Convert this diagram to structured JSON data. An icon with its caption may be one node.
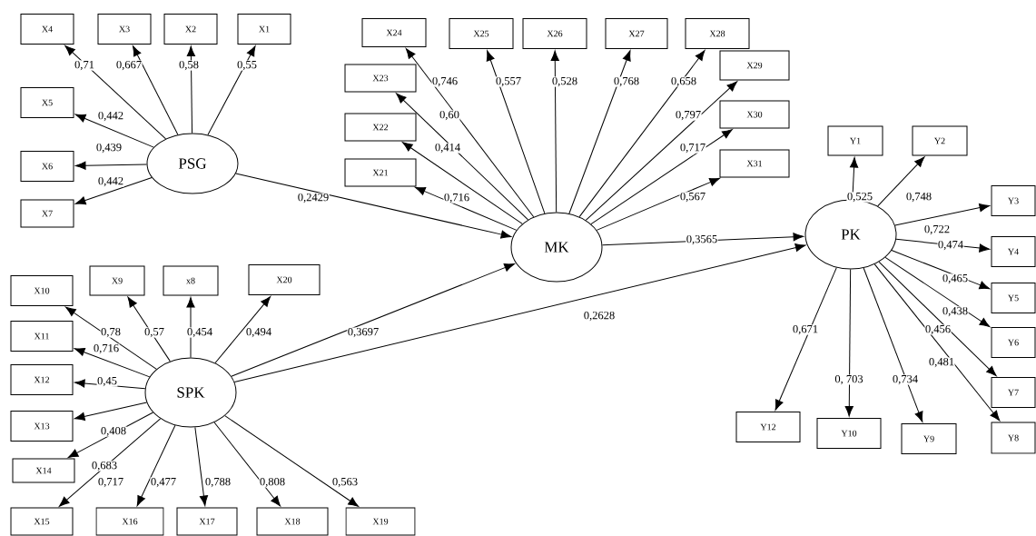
{
  "diagram": {
    "nodes": [
      {
        "text": [
          "PSG"
        ]
      },
      {
        "text": [
          "MK"
        ]
      },
      {
        "text": [
          "SPK"
        ]
      },
      {
        "text": [
          "PK"
        ]
      },
      {
        "text": [
          "X4"
        ]
      },
      {
        "text": [
          "X3"
        ]
      },
      {
        "text": [
          "X2"
        ]
      },
      {
        "text": [
          "X1"
        ]
      },
      {
        "text": [
          "X5"
        ]
      },
      {
        "text": [
          "X6"
        ]
      },
      {
        "text": [
          "X7"
        ]
      },
      {
        "text": [
          "X24"
        ]
      },
      {
        "text": [
          "X25"
        ]
      },
      {
        "text": [
          "X26"
        ]
      },
      {
        "text": [
          "X27"
        ]
      },
      {
        "text": [
          "X28"
        ]
      },
      {
        "text": [
          "X23"
        ]
      },
      {
        "text": [
          "X29"
        ]
      },
      {
        "text": [
          "X22"
        ]
      },
      {
        "text": [
          "X30"
        ]
      },
      {
        "text": [
          "X21"
        ]
      },
      {
        "text": [
          "X31"
        ]
      },
      {
        "text": [
          "Y1"
        ]
      },
      {
        "text": [
          "Y2"
        ]
      },
      {
        "text": [
          "Y3"
        ]
      },
      {
        "text": [
          "Y4"
        ]
      },
      {
        "text": [
          "Y5"
        ]
      },
      {
        "text": [
          "Y6"
        ]
      },
      {
        "text": [
          "Y7"
        ]
      },
      {
        "text": [
          "Y8"
        ]
      },
      {
        "text": [
          "Y12"
        ]
      },
      {
        "text": [
          "Y10"
        ]
      },
      {
        "text": [
          "Y9"
        ]
      },
      {
        "text": [
          "X10"
        ]
      },
      {
        "text": [
          "X9"
        ]
      },
      {
        "text": [
          "x8"
        ]
      },
      {
        "text": [
          "X20"
        ]
      },
      {
        "text": [
          "X11"
        ]
      },
      {
        "text": [
          "X12"
        ]
      },
      {
        "text": [
          "X13"
        ]
      },
      {
        "text": [
          "X14"
        ]
      },
      {
        "text": [
          "X15"
        ]
      },
      {
        "text": [
          "X16"
        ]
      },
      {
        "text": [
          "X17"
        ]
      },
      {
        "text": [
          "X18"
        ]
      },
      {
        "text": [
          "X19"
        ]
      }
    ],
    "edges": [
      {
        "from": 0,
        "to": 4,
        "arrow": "to",
        "label": "0,71"
      },
      {
        "from": 0,
        "to": 5,
        "arrow": "to",
        "label": "0,667"
      },
      {
        "from": 0,
        "to": 6,
        "arrow": "to",
        "label": "0,58"
      },
      {
        "from": 0,
        "to": 7,
        "arrow": "to",
        "label": "0,55"
      },
      {
        "from": 0,
        "to": 8,
        "arrow": "to",
        "label": "0,442"
      },
      {
        "from": 0,
        "to": 9,
        "arrow": "to",
        "label": "0,439"
      },
      {
        "from": 0,
        "to": 10,
        "arrow": "to",
        "label": "0,442"
      },
      {
        "from": 0,
        "to": 1,
        "arrow": "to",
        "label": "0,2429"
      },
      {
        "from": 1,
        "to": 11,
        "arrow": "to",
        "label": "0,746"
      },
      {
        "from": 1,
        "to": 12,
        "arrow": "to",
        "label": "0,557"
      },
      {
        "from": 1,
        "to": 13,
        "arrow": "to",
        "label": "0,528"
      },
      {
        "from": 1,
        "to": 14,
        "arrow": "to",
        "label": "0,768"
      },
      {
        "from": 1,
        "to": 15,
        "arrow": "to",
        "label": "0,658"
      },
      {
        "from": 1,
        "to": 16,
        "arrow": "to",
        "label": "0,60"
      },
      {
        "from": 1,
        "to": 17,
        "arrow": "to",
        "label": "0,797"
      },
      {
        "from": 1,
        "to": 18,
        "arrow": "to",
        "label": "0,414"
      },
      {
        "from": 1,
        "to": 19,
        "arrow": "to",
        "label": "0,717"
      },
      {
        "from": 1,
        "to": 20,
        "arrow": "to",
        "label": "0,716"
      },
      {
        "from": 1,
        "to": 21,
        "arrow": "to",
        "label": "0,567"
      },
      {
        "from": 1,
        "to": 3,
        "arrow": "to",
        "label": "0,3565"
      },
      {
        "from": 3,
        "to": 22,
        "arrow": "to",
        "label": "0,525"
      },
      {
        "from": 3,
        "to": 23,
        "arrow": "to",
        "label": "0,748"
      },
      {
        "from": 3,
        "to": 24,
        "arrow": "to",
        "label": "0,722"
      },
      {
        "from": 3,
        "to": 25,
        "arrow": "to",
        "label": "0,474"
      },
      {
        "from": 3,
        "to": 26,
        "arrow": "to",
        "label": "0,465"
      },
      {
        "from": 3,
        "to": 27,
        "arrow": "to",
        "label": "0,438"
      },
      {
        "from": 3,
        "to": 28,
        "arrow": "to",
        "label": "0,456"
      },
      {
        "from": 3,
        "to": 29,
        "arrow": "to",
        "label": "0,481"
      },
      {
        "from": 3,
        "to": 30,
        "arrow": "to",
        "label": "0,671"
      },
      {
        "from": 3,
        "to": 31,
        "arrow": "to",
        "label": "0, 703"
      },
      {
        "from": 3,
        "to": 32,
        "arrow": "to",
        "label": "0,734"
      },
      {
        "from": 2,
        "to": 33,
        "arrow": "to",
        "label": "0,78"
      },
      {
        "from": 2,
        "to": 34,
        "arrow": "to",
        "label": "0,57"
      },
      {
        "from": 2,
        "to": 35,
        "arrow": "to",
        "label": "0,454"
      },
      {
        "from": 2,
        "to": 36,
        "arrow": "to",
        "label": "0,494"
      },
      {
        "from": 2,
        "to": 37,
        "arrow": "to",
        "label": "0,716"
      },
      {
        "from": 2,
        "to": 38,
        "arrow": "to",
        "label": "0,45"
      },
      {
        "from": 2,
        "to": 39,
        "arrow": "to",
        "label": "0,408"
      },
      {
        "from": 2,
        "to": 40,
        "arrow": "to",
        "label": "0,683"
      },
      {
        "from": 2,
        "to": 41,
        "arrow": "to",
        "label": "0,717"
      },
      {
        "from": 2,
        "to": 42,
        "arrow": "to",
        "label": "0,477"
      },
      {
        "from": 2,
        "to": 43,
        "arrow": "to",
        "label": "0,788"
      },
      {
        "from": 2,
        "to": 44,
        "arrow": "to",
        "label": "0,808"
      },
      {
        "from": 2,
        "to": 45,
        "arrow": "to",
        "label": "0,563"
      },
      {
        "from": 2,
        "to": 1,
        "arrow": "to",
        "label": "0,3697"
      },
      {
        "from": 2,
        "to": 3,
        "arrow": "to",
        "label": "0,2628"
      }
    ]
  }
}
